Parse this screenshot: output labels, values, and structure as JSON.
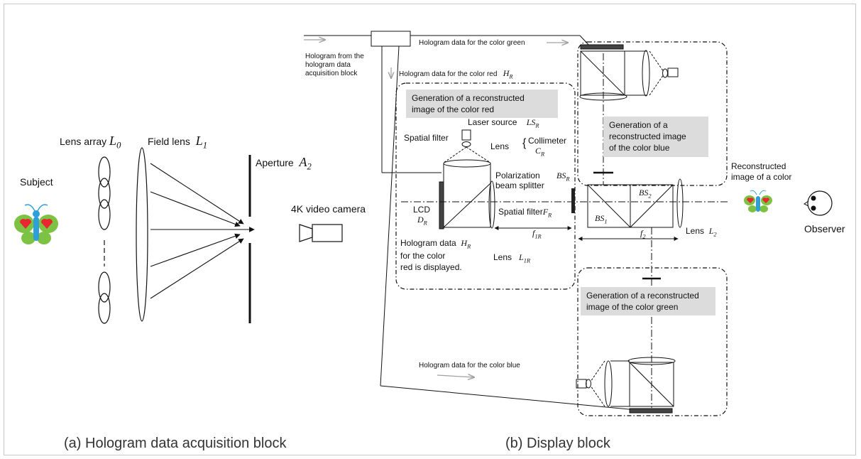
{
  "captions": {
    "a": "(a) Hologram data acquisition block",
    "b": "(b) Display block"
  },
  "acquisition": {
    "subject": "Subject",
    "lens_array": "Lens array",
    "lens_array_sym": "L",
    "lens_array_sub": "0",
    "field_lens": "Field lens",
    "field_lens_sym": "L",
    "field_lens_sub": "1",
    "aperture": "Aperture",
    "aperture_sym": "A",
    "aperture_sub": "2",
    "camera": "4K video camera"
  },
  "display": {
    "hologram_from": [
      "Hologram from the",
      "hologram data",
      "acquisition block"
    ],
    "data_green": "Hologram data for the color green",
    "data_red": "Hologram data for the color red",
    "data_red_sym": "H",
    "data_red_sub": "R",
    "data_blue": "Hologram data for the color blue",
    "gen_red": [
      "Generation of a reconstructed",
      "image of the color red"
    ],
    "gen_blue": [
      "Generation of a",
      "reconstructed image",
      "of the color blue"
    ],
    "gen_green": [
      "Generation of a reconstructed",
      "image of the color green"
    ],
    "laser_source": "Laser source",
    "laser_sym": "LS",
    "laser_sub": "R",
    "spatial_filter_top": "Spatial filter",
    "lens": "Lens",
    "collimeter": "Collimeter",
    "collimeter_sym": "C",
    "collimeter_sub": "R",
    "polarization": [
      "Polarization",
      "beam splitter"
    ],
    "pbs_sym": "BS",
    "pbs_sub": "R",
    "lcd": "LCD",
    "lcd_sym": "D",
    "lcd_sub": "R",
    "spatial_filter_f": "Spatial filter",
    "sf_sym": "F",
    "sf_sub": "R",
    "f1r_sym": "f",
    "f1r_sub": "1R",
    "f2_sym": "f",
    "f2_sub": "2",
    "hologram_displayed": [
      "Hologram data",
      "for the color",
      "red is displayed."
    ],
    "hd_sym": "H",
    "hd_sub": "R",
    "lens_l1r": "Lens",
    "l1r_sym": "L",
    "l1r_sub": "1R",
    "bs1_sym": "BS",
    "bs1_sub": "1",
    "bs2_sym": "BS",
    "bs2_sub": "2",
    "lens_l2": "Lens",
    "l2_sym": "L",
    "l2_sub": "2",
    "reconstructed": [
      "Reconstructed",
      "image of a color"
    ],
    "observer": "Observer"
  },
  "colors": {
    "heart": "#e8262f",
    "wing": "#7dc242",
    "body": "#2e9fd8",
    "gray_box": "#dcdcdc",
    "arrow_gray": "#a0a0a0"
  }
}
